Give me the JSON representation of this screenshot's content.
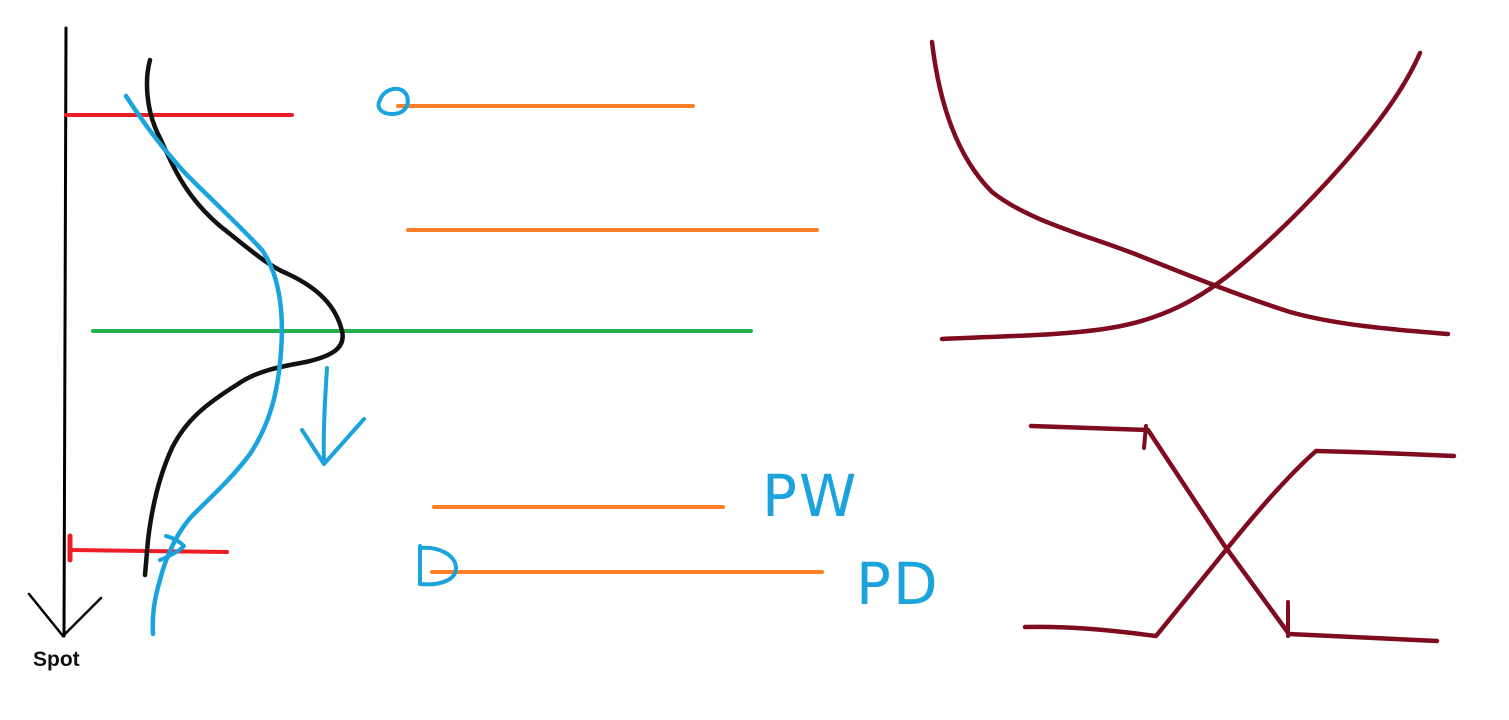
{
  "axis": {
    "label": "Spot"
  },
  "annotations": {
    "pw_label": "PW",
    "pd_label": "PD"
  },
  "colors": {
    "axis": "#000000",
    "black_curve": "#111111",
    "blue_ink": "#1aa3dd",
    "red_line": "#ee1c24",
    "green_line": "#22b14c",
    "orange_line": "#ff7f27",
    "maroon_ink": "#7f0b1e"
  }
}
